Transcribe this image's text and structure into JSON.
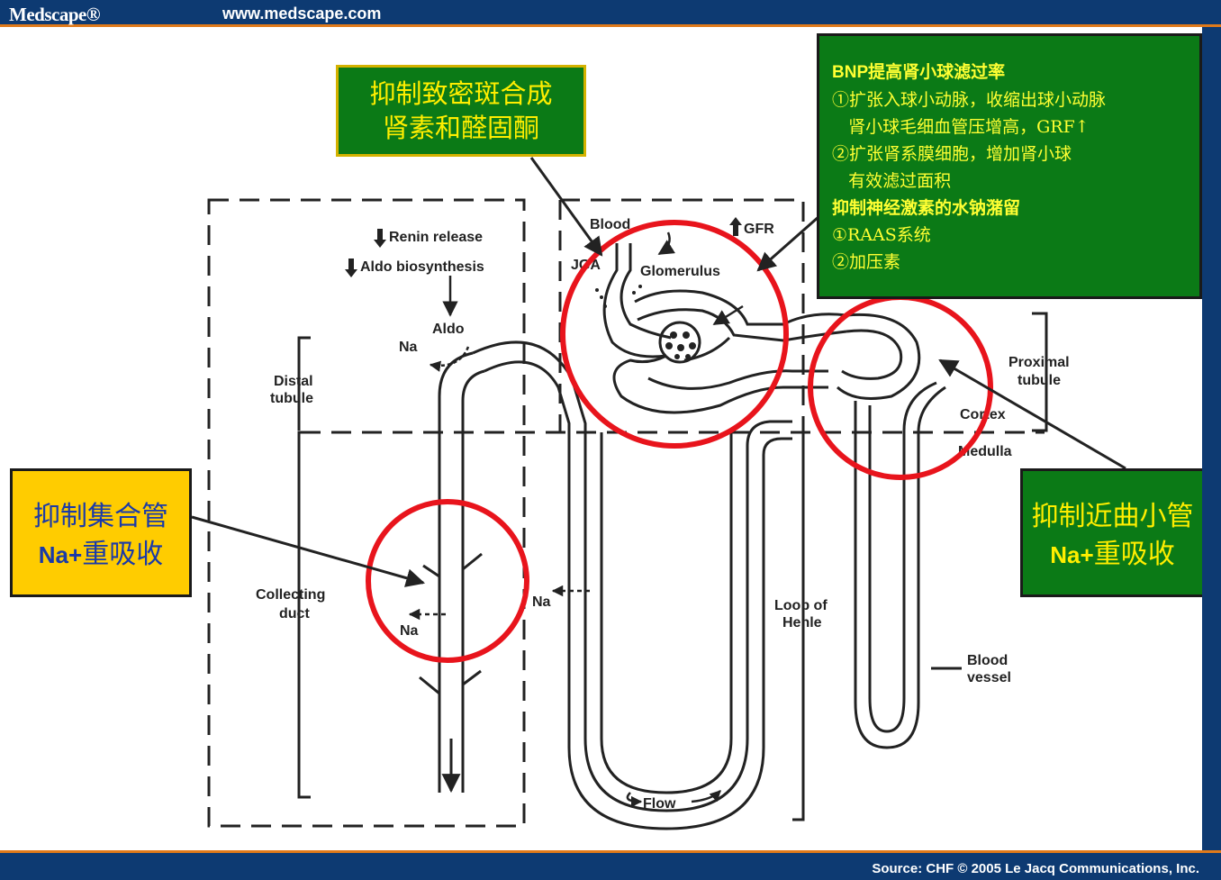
{
  "header": {
    "logo": "Medscape®",
    "url": "www.medscape.com"
  },
  "footer": {
    "source": "Source: CHF © 2005 Le Jacq Communications, Inc."
  },
  "diagram_labels": {
    "renin_release": "Renin release",
    "aldo_biosynthesis": "Aldo biosynthesis",
    "aldo": "Aldo",
    "na": "Na",
    "blood": "Blood",
    "gfr": "GFR",
    "jga": "JGA",
    "glomerulus": "Glomerulus",
    "distal_tubule_1": "Distal",
    "distal_tubule_2": "tubule",
    "proximal_tubule_1": "Proximal",
    "proximal_tubule_2": "tubule",
    "cortex": "Cortex",
    "medulla": "Medulla",
    "collecting_duct_1": "Collecting",
    "collecting_duct_2": "duct",
    "loop_of_henle_1": "Loop of",
    "loop_of_henle_2": "Henle",
    "blood_vessel_1": "Blood",
    "blood_vessel_2": "vessel",
    "flow": "Flow"
  },
  "callouts": {
    "macula_densa_1": "抑制致密斑合成",
    "macula_densa_2": "肾素和醛固酮",
    "collecting_duct_1": "抑制集合管",
    "collecting_duct_na": "Na+",
    "collecting_duct_2": "重吸收",
    "proximal_1": "抑制近曲小管",
    "proximal_na": "Na+",
    "proximal_2": "重吸收",
    "bnp_lines": [
      "BNP提高肾小球滤过率",
      "①扩张入球小动脉，收缩出球小动脉",
      "   肾小球毛细血管压增高，GRF↑",
      "②扩张肾系膜细胞，增加肾小球",
      "   有效滤过面积",
      "抑制神经激素的水钠潴留",
      "①RAAS系统",
      "②加压素"
    ]
  },
  "colors": {
    "header_bg": "#0d3a72",
    "header_stripe": "#e07a1a",
    "green_box": "#0b7a16",
    "yellow_box": "#ffcc00",
    "circle": "#e8141c"
  }
}
